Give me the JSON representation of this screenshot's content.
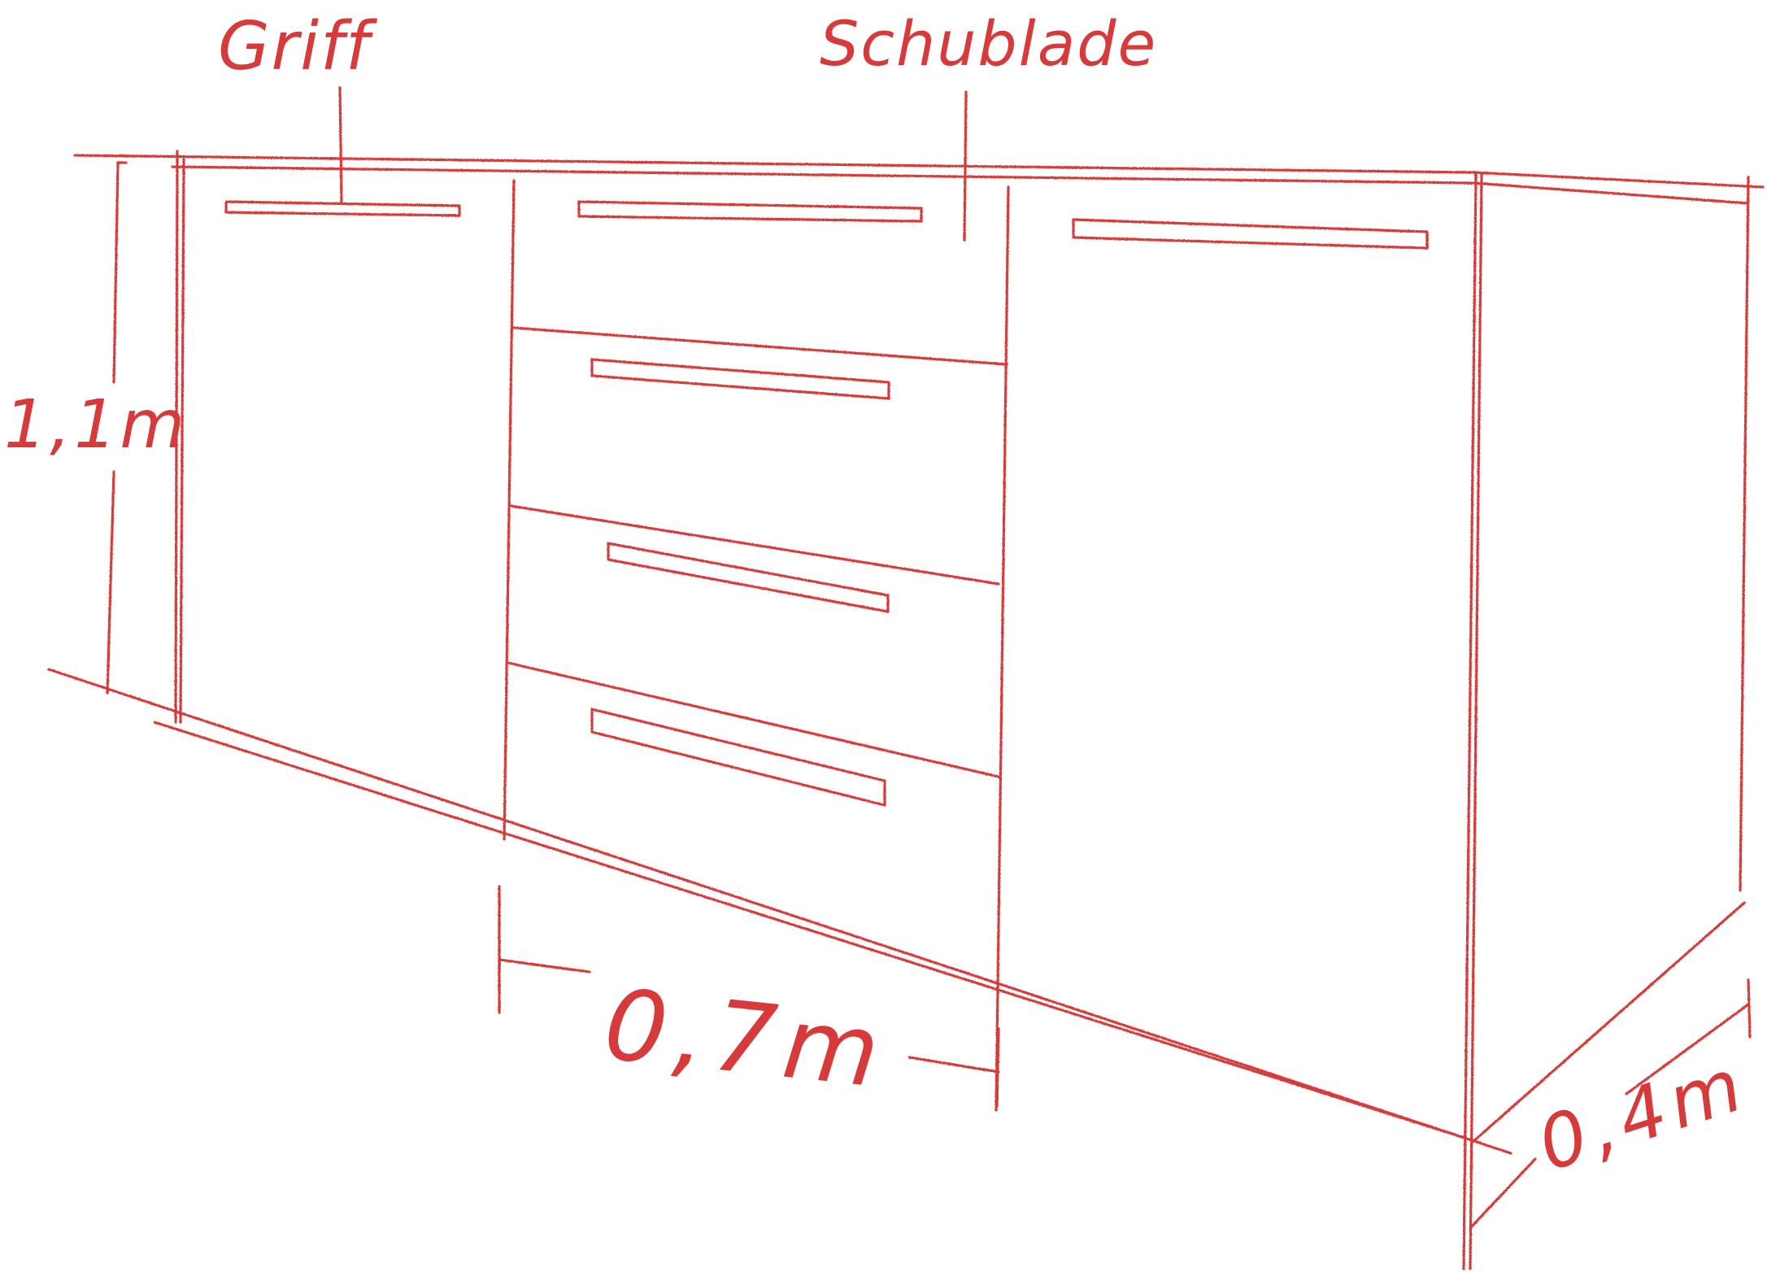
{
  "diagram": {
    "labels": {
      "handle": "Griff",
      "drawer": "Schublade",
      "height": "1,1m",
      "width": "0,7m",
      "depth": "0,4m"
    },
    "stroke_color": "#d63a3a"
  }
}
